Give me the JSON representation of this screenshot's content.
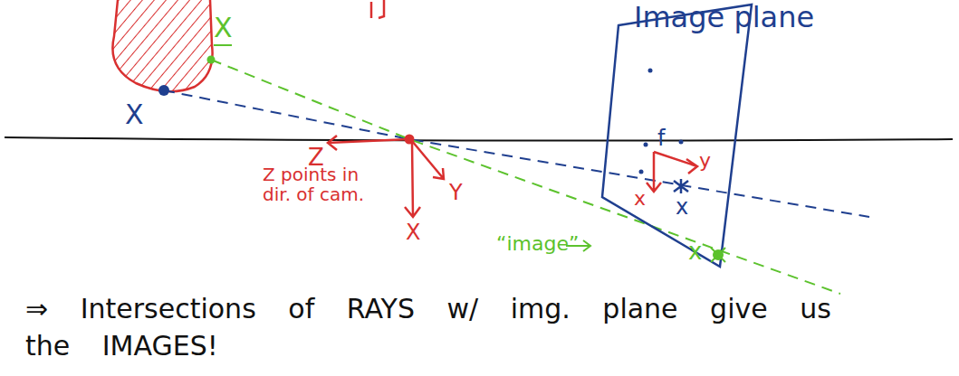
{
  "diagram": {
    "labels": [
      "X",
      "X",
      "Image plane",
      "f",
      "Z",
      "y",
      "x",
      "x",
      "Z points in dir. of cam.",
      "X",
      "Y",
      "“image”",
      "x",
      "⇒ Intersections of RAYS w/ img. plane give us the IMAGES!"
    ]
  }
}
